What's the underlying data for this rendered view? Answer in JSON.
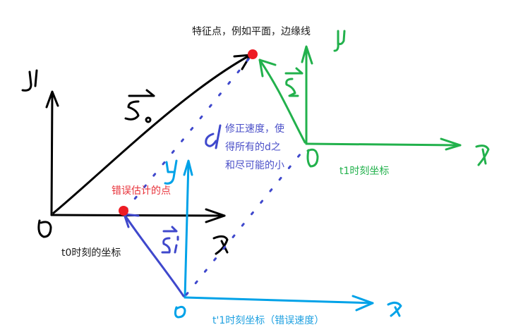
{
  "colors": {
    "black": "#000000",
    "red": "#ed1c24",
    "blue": "#3f48cc",
    "green": "#22b14c",
    "cyan": "#00a2e8"
  },
  "labels": {
    "feature_point": "特征点，例如平面，边缘线",
    "wrong_point": "错误估计的点",
    "correction_note": "修正速度，使\n得所有的d之\n和尽可能的小",
    "t0_frame": "t0时刻的坐标",
    "t1_frame": "t1时刻坐标",
    "t1_prime_frame": "t'1时刻坐标（错误速度）"
  },
  "handwritten": {
    "black_y": "y",
    "black_x": "x",
    "black_origin": "O",
    "vector_s0": "S₀",
    "green_y": "y",
    "green_x": "x",
    "green_origin": "O",
    "vector_s1": "S₁",
    "cyan_y": "y",
    "cyan_x": "x",
    "cyan_origin": "O",
    "vector_s1_prime": "S₁'",
    "distance_d": "d"
  }
}
